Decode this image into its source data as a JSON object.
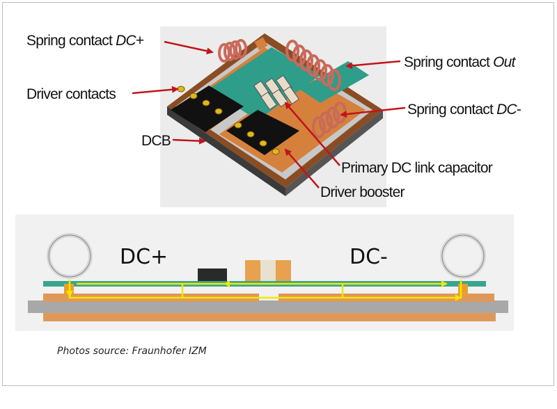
{
  "labels": {
    "spring_dc_plus_prefix": "Spring contact ",
    "spring_dc_plus_em": "DC",
    "spring_dc_plus_suffix": "+",
    "spring_out_prefix": "Spring contact ",
    "spring_out_em": "Out",
    "driver_contacts": "Driver contacts",
    "spring_dc_minus_prefix": "Spring contact ",
    "spring_dc_minus_em": "DC",
    "spring_dc_minus_suffix": "-",
    "dcb": "DCB",
    "primary_cap": "Primary DC link capacitor",
    "driver_booster": "Driver booster"
  },
  "cross_section": {
    "dc_plus": "DC+",
    "dc_minus": "DC-"
  },
  "caption": "Photos source: Fraunhofer IZM",
  "colors": {
    "arrow": "#c0151b",
    "current_path": "#f5e600",
    "copper": "#e09a5a",
    "substrate": "#a8a8a8",
    "pcb": "#3aa58f"
  }
}
